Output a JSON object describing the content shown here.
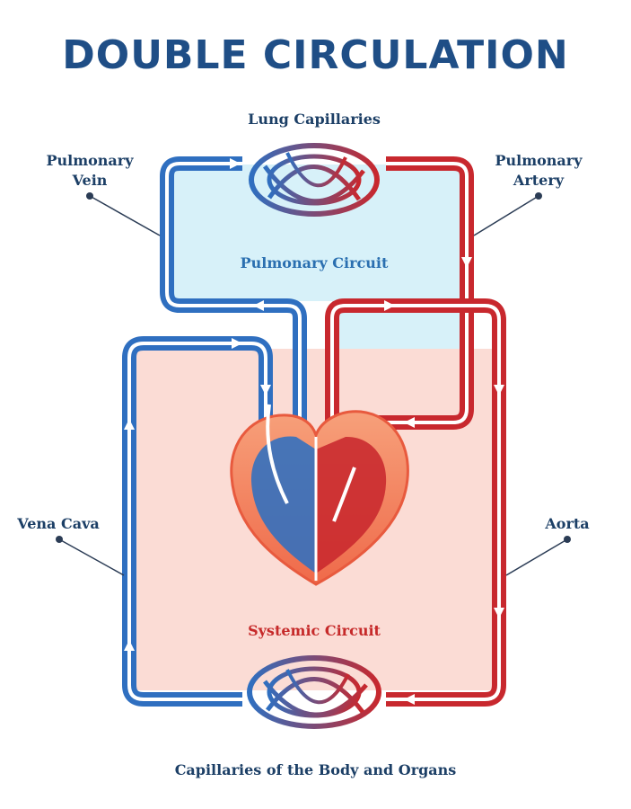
{
  "title": "DOUBLE CIRCULATION",
  "labels": {
    "lung_capillaries": "Lung Capillaries",
    "pulmonary_vein": "Pulmonary\nVein",
    "pulmonary_artery": "Pulmonary\nArtery",
    "vena_cava": "Vena Cava",
    "aorta": "Aorta",
    "body_capillaries": "Capillaries of the Body and Organs"
  },
  "circuits": {
    "pulmonary": "Pulmonary Circuit",
    "systemic": "Systemic Circuit"
  },
  "colors": {
    "title": "#1f4e86",
    "deoxygenated_blue": "#2f6fc0",
    "oxygenated_red": "#c8282e",
    "pulmonary_fill": "#d7f1f9",
    "systemic_fill": "#fbdcd5",
    "label_text": "#1c3f66"
  },
  "icons": {
    "heart": "heart-icon",
    "lung_capillary_net": "capillary-network-icon",
    "body_capillary_net": "capillary-network-icon"
  }
}
